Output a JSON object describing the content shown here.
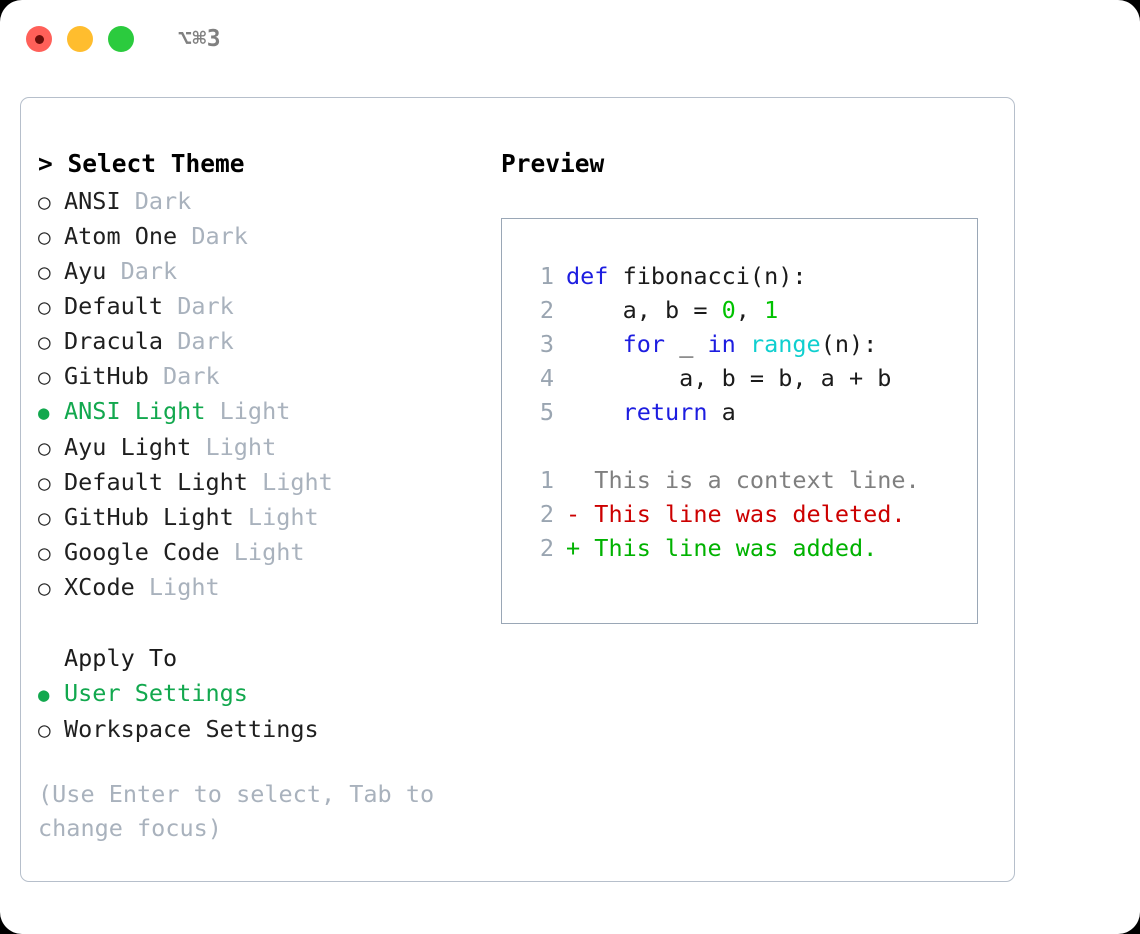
{
  "titlebar": {
    "shortcut": "⌥⌘3",
    "buttons": [
      {
        "name": "close",
        "color": "#ff6059"
      },
      {
        "name": "minimize",
        "color": "#ffbd2e"
      },
      {
        "name": "maximize",
        "color": "#2bcb3e"
      }
    ]
  },
  "left": {
    "section_title": "> Select Theme",
    "themes": [
      {
        "marker": "○",
        "name": "ANSI",
        "tag": " Dark",
        "selected": false
      },
      {
        "marker": "○",
        "name": "Atom One",
        "tag": " Dark",
        "selected": false
      },
      {
        "marker": "○",
        "name": "Ayu",
        "tag": " Dark",
        "selected": false
      },
      {
        "marker": "○",
        "name": "Default",
        "tag": " Dark",
        "selected": false
      },
      {
        "marker": "○",
        "name": "Dracula",
        "tag": " Dark",
        "selected": false
      },
      {
        "marker": "○",
        "name": "GitHub",
        "tag": " Dark",
        "selected": false
      },
      {
        "marker": "●",
        "name": "ANSI Light",
        "tag": " Light",
        "selected": true
      },
      {
        "marker": "○",
        "name": "Ayu Light",
        "tag": " Light",
        "selected": false
      },
      {
        "marker": "○",
        "name": "Default Light",
        "tag": " Light",
        "selected": false
      },
      {
        "marker": "○",
        "name": "GitHub Light",
        "tag": " Light",
        "selected": false
      },
      {
        "marker": "○",
        "name": "Google Code",
        "tag": " Light",
        "selected": false
      },
      {
        "marker": "○",
        "name": "XCode",
        "tag": " Light",
        "selected": false
      }
    ],
    "apply_heading": "Apply To",
    "apply_options": [
      {
        "marker": "●",
        "label": "User Settings",
        "selected": true
      },
      {
        "marker": "○",
        "label": "Workspace Settings",
        "selected": false
      }
    ],
    "hint": "(Use Enter to select, Tab to change focus)"
  },
  "right": {
    "preview_title": "Preview",
    "code_lines": [
      {
        "no": "1",
        "tokens": [
          {
            "t": "def",
            "c": "kw"
          },
          {
            "t": " fibonacci(n):",
            "c": "code-text"
          }
        ]
      },
      {
        "no": "2",
        "tokens": [
          {
            "t": "    a, b = ",
            "c": "code-text"
          },
          {
            "t": "0",
            "c": "num"
          },
          {
            "t": ", ",
            "c": "code-text"
          },
          {
            "t": "1",
            "c": "num"
          }
        ]
      },
      {
        "no": "3",
        "tokens": [
          {
            "t": "    ",
            "c": "code-text"
          },
          {
            "t": "for",
            "c": "kw"
          },
          {
            "t": " _ ",
            "c": "code-text"
          },
          {
            "t": "in",
            "c": "kw"
          },
          {
            "t": " ",
            "c": "code-text"
          },
          {
            "t": "range",
            "c": "fn"
          },
          {
            "t": "(n):",
            "c": "code-text"
          }
        ]
      },
      {
        "no": "4",
        "tokens": [
          {
            "t": "        a, b = b, a + b",
            "c": "code-text"
          }
        ]
      },
      {
        "no": "5",
        "tokens": [
          {
            "t": "    ",
            "c": "code-text"
          },
          {
            "t": "return",
            "c": "kw"
          },
          {
            "t": " a",
            "c": "code-text"
          }
        ]
      }
    ],
    "diff_lines": [
      {
        "no": "1",
        "text": "  This is a context line.",
        "cls": "diff-ctx"
      },
      {
        "no": "2",
        "text": "- This line was deleted.",
        "cls": "diff-del"
      },
      {
        "no": "2",
        "text": "+ This line was added.",
        "cls": "diff-add"
      }
    ]
  },
  "colors": {
    "accent_green": "#12a84e",
    "muted": "#a9b2bd",
    "keyword_blue": "#1d1de0",
    "function_cyan": "#0fcfcf",
    "number_green": "#00c200",
    "diff_delete_red": "#cc0000",
    "diff_add_green": "#00b200",
    "panel_border": "#9aa7b6"
  }
}
